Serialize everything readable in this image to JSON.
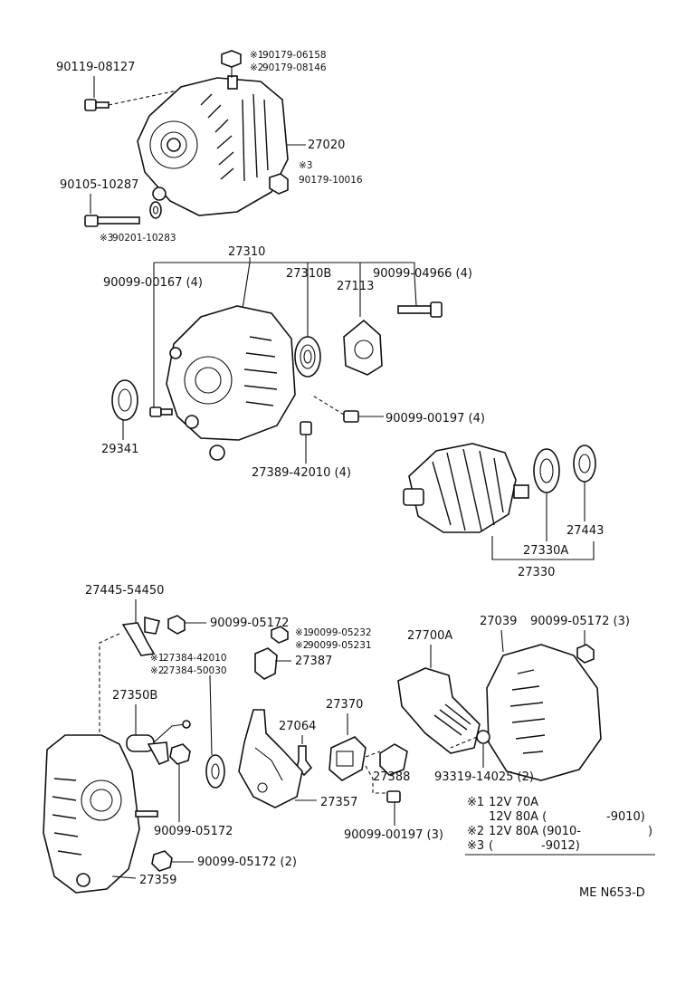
{
  "parts": {
    "p90119_08127": "90119-08127",
    "p90179_06158": "90179-06158",
    "p90179_08146": "90179-08146",
    "p27020": "27020",
    "p90179_10016": "90179-10016",
    "p90105_10287": "90105-10287",
    "p90201_10283": "90201-10283",
    "p27310": "27310",
    "p90099_00167": "90099-00167 (4)",
    "p27310B": "27310B",
    "p27113": "27113",
    "p90099_04966": "90099-04966 (4)",
    "p29341": "29341",
    "p90099_00197_4": "90099-00197 (4)",
    "p27389_42010": "27389-42010 (4)",
    "p27443": "27443",
    "p27330A": "27330A",
    "p27330": "27330",
    "p27445_54450": "27445-54450",
    "p90099_05172_top": "90099-05172",
    "p90099_05232": "90099-05232",
    "p90099_05231": "90099-05231",
    "p27384_42010": "27384-42010",
    "p27384_50030": "27384-50030",
    "p27387": "27387",
    "p27700A": "27700A",
    "p27039": "27039",
    "p90099_05172_3": "90099-05172 (3)",
    "p27350B": "27350B",
    "p27370": "27370",
    "p27064": "27064",
    "p27388": "27388",
    "p93319_14025": "93319-14025 (2)",
    "p27357": "27357",
    "p90099_05172_mid": "90099-05172",
    "p90099_00197_3": "90099-00197 (3)",
    "p90099_05172_2": "90099-05172 (2)",
    "p27359": "27359"
  },
  "marks": {
    "m1": "※1",
    "m2": "※2",
    "m3": "※3"
  },
  "notes": {
    "n1_mark": "※1",
    "n1_a": "12V 70A",
    "n1_b": "12V 80A (",
    "n1_b_end": "-9010)",
    "n2_mark": "※2",
    "n2_a": "12V 80A (9010-",
    "n2_a_end": ")",
    "n3_mark": "※3",
    "n3_a": "(",
    "n3_a_end": "-9012)"
  },
  "drawing_code": "ME N653-D"
}
